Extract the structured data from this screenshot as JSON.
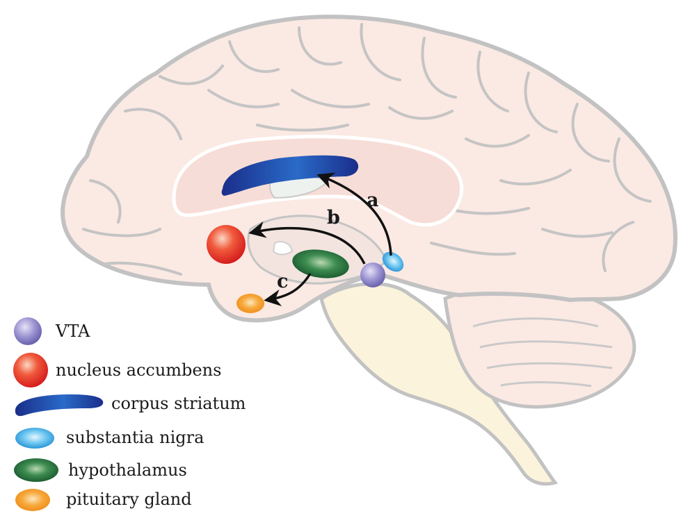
{
  "pathways": [
    {
      "id": "a",
      "label": "a"
    },
    {
      "id": "b",
      "label": "b"
    },
    {
      "id": "c",
      "label": "c"
    }
  ],
  "legend": [
    {
      "key": "vta",
      "label": "VTA",
      "color": "#8c84c8"
    },
    {
      "key": "nucleus-accumbens",
      "label": "nucleus accumbens",
      "color": "#e8312a"
    },
    {
      "key": "corpus-striatum",
      "label": "corpus striatum",
      "color": "#1c3c9c"
    },
    {
      "key": "substantia-nigra",
      "label": "substantia nigra",
      "color": "#2fa0e0"
    },
    {
      "key": "hypothalamus",
      "label": "hypothalamus",
      "color": "#1f6b3a"
    },
    {
      "key": "pituitary-gland",
      "label": "pituitary gland",
      "color": "#f59b24"
    }
  ],
  "colors": {
    "brain_fill": "#fbe9e3",
    "brain_outline": "#c2c2c2",
    "brainstem_fill": "#fbf3dc",
    "arrow": "#111111"
  }
}
